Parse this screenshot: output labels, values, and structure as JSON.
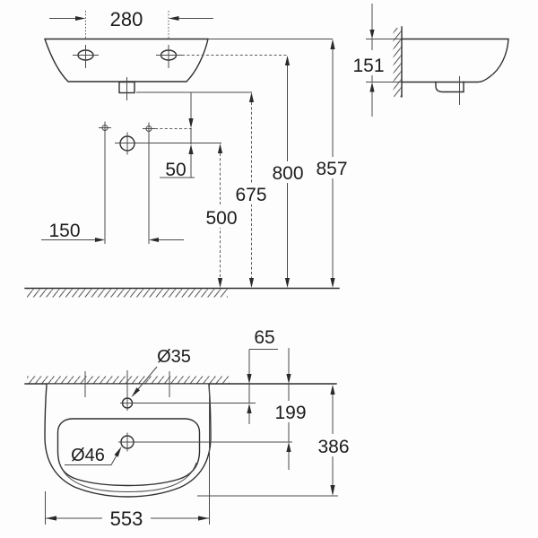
{
  "drawing": {
    "front_view": {
      "hole_spacing": "280"
    },
    "side_view": {
      "front_height": "151"
    },
    "elevation": {
      "cross_offset": "50",
      "cross_spacing": "150",
      "trap_height": "500",
      "basin_bottom_height": "675",
      "fixing_height": "800",
      "rim_height": "857"
    },
    "plan_view": {
      "tap_hole_diameter": "Ø35",
      "tap_hole_offset": "65",
      "drain_offset": "199",
      "drain_diameter": "Ø46",
      "total_depth": "386",
      "total_width": "553"
    }
  }
}
